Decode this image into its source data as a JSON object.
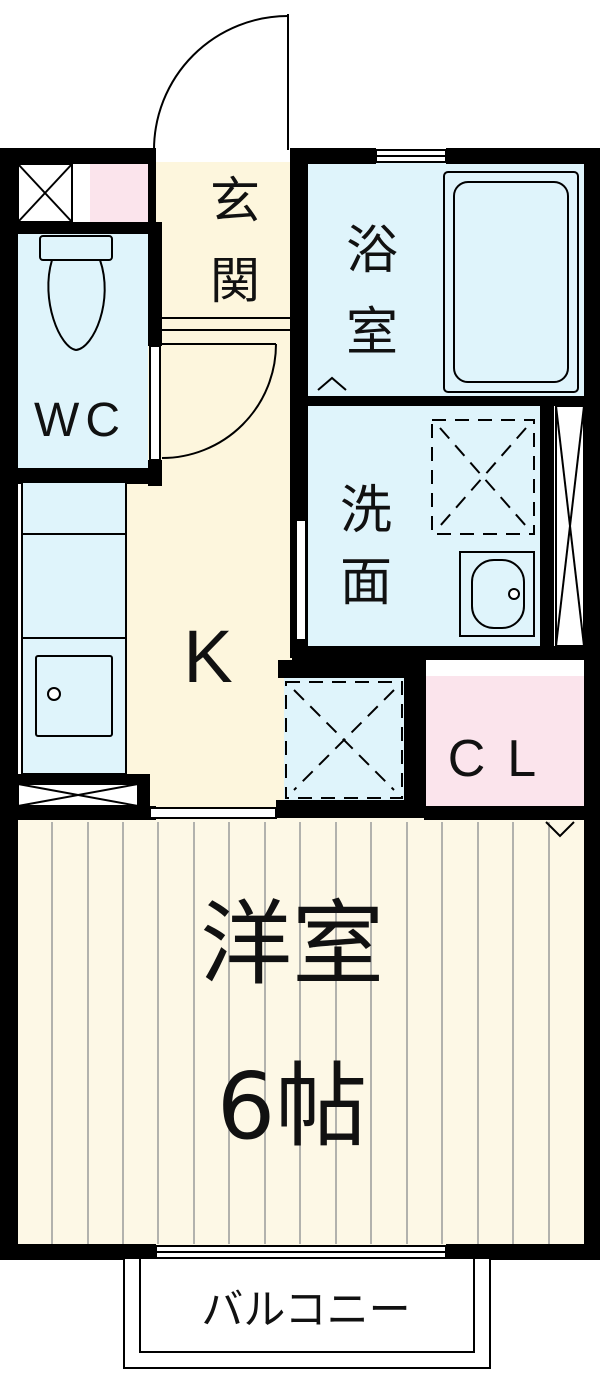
{
  "floorplan": {
    "rooms": {
      "entrance": {
        "line1": "玄",
        "line2": "関"
      },
      "bath": {
        "line1": "浴",
        "line2": "室"
      },
      "wc": {
        "label": "WC"
      },
      "washroom": {
        "line1": "洗",
        "line2": "面"
      },
      "kitchen": {
        "label": "K"
      },
      "closet": {
        "label": "CL"
      },
      "western_room": {
        "line1": "洋室",
        "line2": "6帖"
      },
      "balcony": {
        "label": "バルコニー"
      }
    },
    "colors": {
      "wall": "#000000",
      "entrance_fill": "#fdf6dd",
      "kitchen_fill": "#fdf6dd",
      "wet_area_fill": "#dff4fb",
      "closet_fill": "#fbe4ec",
      "western_room_fill": "#fdf8e6",
      "flooring_lines": "#9a9a9a"
    }
  }
}
